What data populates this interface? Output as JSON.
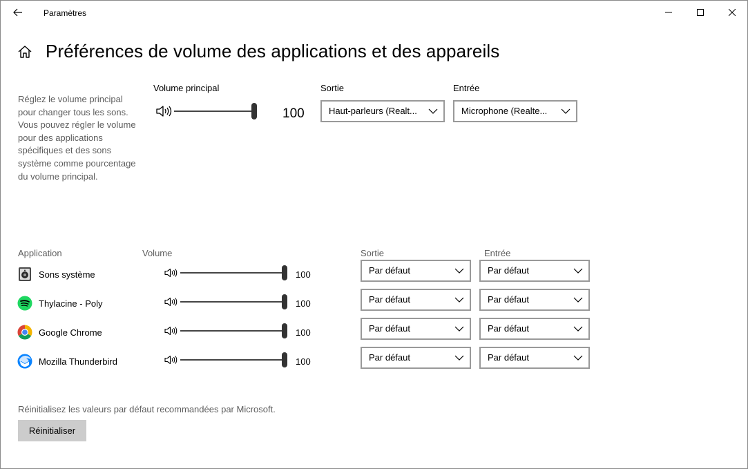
{
  "titlebar": {
    "title": "Paramètres",
    "icons": {
      "back": "back-arrow-icon",
      "minimize": "minimize-icon",
      "maximize": "maximize-icon",
      "close": "close-icon"
    }
  },
  "page": {
    "title": "Préférences de volume des applications et des appareils",
    "home_icon": "home-icon"
  },
  "description": "Réglez le volume principal pour changer tous les sons. Vous pouvez régler le volume pour des applications spécifiques et des sons système comme pourcentage du volume principal.",
  "master": {
    "label": "Volume principal",
    "value": "100",
    "level": 1.0,
    "output_label": "Sortie",
    "output_value": "Haut-parleurs (Realt...",
    "input_label": "Entrée",
    "input_value": "Microphone (Realte..."
  },
  "table": {
    "headers": {
      "application": "Application",
      "volume": "Volume",
      "output": "Sortie",
      "input": "Entrée"
    },
    "rows": [
      {
        "name": "Sons système",
        "icon": "system-sounds-icon",
        "value": "100",
        "level": 1.0,
        "output": "Par défaut",
        "input": "Par défaut"
      },
      {
        "name": "Thylacine - Poly",
        "icon": "spotify-icon",
        "value": "100",
        "level": 1.0,
        "output": "Par défaut",
        "input": "Par défaut"
      },
      {
        "name": "Google Chrome",
        "icon": "chrome-icon",
        "value": "100",
        "level": 1.0,
        "output": "Par défaut",
        "input": "Par défaut"
      },
      {
        "name": "Mozilla Thunderbird",
        "icon": "thunderbird-icon",
        "value": "100",
        "level": 1.0,
        "output": "Par défaut",
        "input": "Par défaut"
      }
    ]
  },
  "reset": {
    "text": "Réinitialisez les valeurs par défaut recommandées par Microsoft.",
    "button": "Réinitialiser"
  },
  "colors": {
    "spotify": "#1ed760",
    "chrome_red": "#db4437",
    "chrome_yellow": "#f4b400",
    "chrome_green": "#0f9d58",
    "chrome_blue": "#4285f4",
    "thunderbird_blue": "#0a84ff",
    "reset_button": "#cccccc"
  }
}
